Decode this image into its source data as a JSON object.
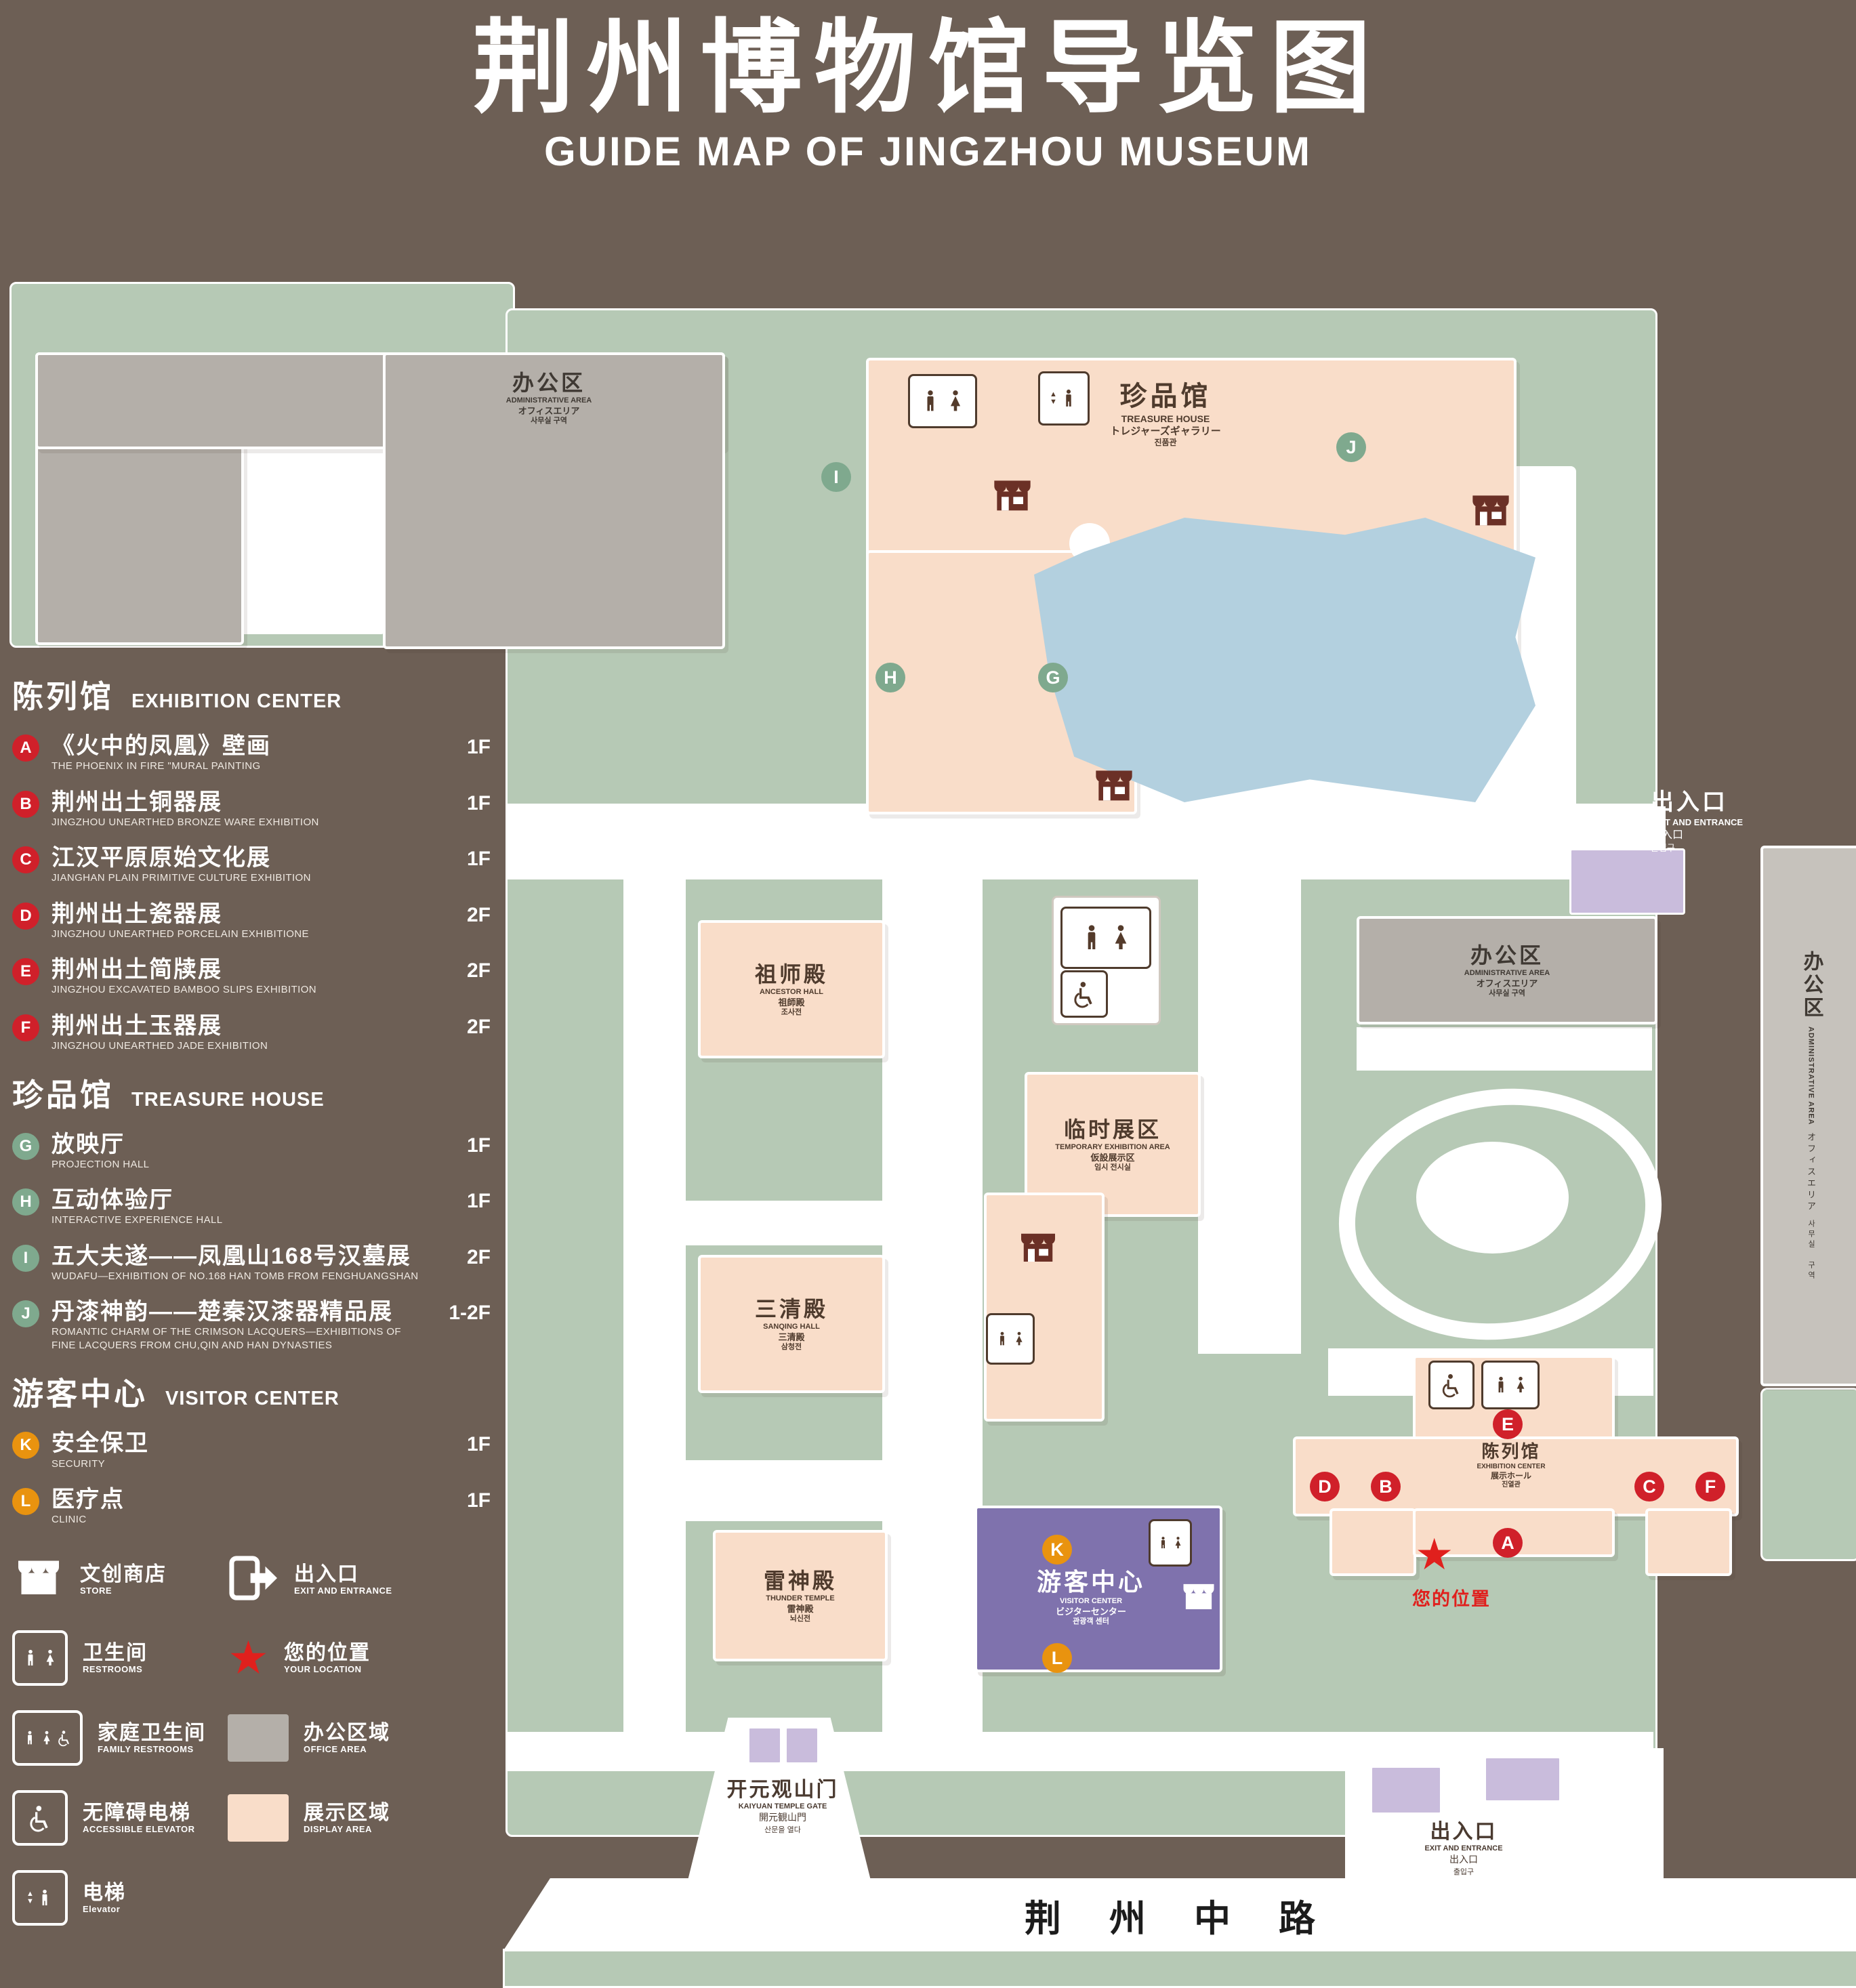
{
  "title": {
    "zh": "荆州博物馆导览图",
    "en": "GUIDE MAP OF JINGZHOU MUSEUM"
  },
  "icons": {
    "star": "★",
    "up": "▲",
    "down": "▼"
  },
  "letters": {
    "A": "A",
    "B": "B",
    "C": "C",
    "D": "D",
    "E": "E",
    "F": "F",
    "G": "G",
    "H": "H",
    "I": "I",
    "J": "J",
    "K": "K",
    "L": "L"
  },
  "legend": {
    "sections": [
      {
        "zh": "陈列馆",
        "en": "EXHIBITION CENTER"
      },
      {
        "zh": "珍品馆",
        "en": "TREASURE HOUSE"
      },
      {
        "zh": "游客中心",
        "en": "VISITOR CENTER"
      }
    ],
    "items": [
      {
        "letter": "A",
        "zh": "《火中的凤凰》壁画",
        "en": "THE PHOENIX IN FIRE \"MURAL PAINTING",
        "floor": "1F"
      },
      {
        "letter": "B",
        "zh": "荆州出土铜器展",
        "en": "JINGZHOU UNEARTHED BRONZE WARE EXHIBITION",
        "floor": "1F"
      },
      {
        "letter": "C",
        "zh": "江汉平原原始文化展",
        "en": "JIANGHAN PLAIN PRIMITIVE CULTURE EXHIBITION",
        "floor": "1F"
      },
      {
        "letter": "D",
        "zh": "荆州出土瓷器展",
        "en": "JINGZHOU UNEARTHED PORCELAIN EXHIBITIONE",
        "floor": "2F"
      },
      {
        "letter": "E",
        "zh": "荆州出土简牍展",
        "en": "JINGZHOU EXCAVATED BAMBOO SLIPS EXHIBITION",
        "floor": "2F"
      },
      {
        "letter": "F",
        "zh": "荆州出土玉器展",
        "en": "JINGZHOU UNEARTHED JADE EXHIBITION",
        "floor": "2F"
      },
      {
        "letter": "G",
        "zh": "放映厅",
        "en": "PROJECTION HALL",
        "floor": "1F"
      },
      {
        "letter": "H",
        "zh": "互动体验厅",
        "en": "INTERACTIVE EXPERIENCE HALL",
        "floor": "1F"
      },
      {
        "letter": "I",
        "zh": "五大夫遂——凤凰山168号汉墓展",
        "en": "WUDAFU—EXHIBITION OF NO.168 HAN TOMB FROM FENGHUANGSHAN",
        "floor": "2F"
      },
      {
        "letter": "J",
        "zh": "丹漆神韵——楚秦汉漆器精品展",
        "en": "ROMANTIC CHARM OF THE CRIMSON LACQUERS—EXHIBITIONS OF FINE LACQUERS FROM CHU,QIN AND HAN DYNASTIES",
        "floor": "1-2F"
      },
      {
        "letter": "K",
        "zh": "安全保卫",
        "en": "SECURITY",
        "floor": "1F"
      },
      {
        "letter": "L",
        "zh": "医疗点",
        "en": "CLINIC",
        "floor": "1F"
      }
    ],
    "symbols": [
      {
        "zh": "文创商店",
        "en": "STORE"
      },
      {
        "zh": "出入口",
        "en": "EXIT AND ENTRANCE"
      },
      {
        "zh": "卫生间",
        "en": "RESTROOMS"
      },
      {
        "zh": "您的位置",
        "en": "YOUR LOCATION"
      },
      {
        "zh": "家庭卫生间",
        "en": "FAMILY RESTROOMS"
      },
      {
        "zh": "办公区域",
        "en": "OFFICE AREA"
      },
      {
        "zh": "无障碍电梯",
        "en": "ACCESSIBLE ELEVATOR"
      },
      {
        "zh": "展示区域",
        "en": "DISPLAY AREA"
      },
      {
        "zh": "电梯",
        "en": "Elevator"
      }
    ]
  },
  "map": {
    "buildings": {
      "admin": {
        "zh": "办公区",
        "en": "ADMINISTRATIVE AREA",
        "ja": "オフィスエリア",
        "ko": "사무실 구역"
      },
      "treasure": {
        "zh": "珍品馆",
        "en": "TREASURE HOUSE",
        "ja": "トレジャーズギャラリー",
        "ko": "진품관"
      },
      "ancestor": {
        "zh": "祖师殿",
        "en": "ANCESTOR HALL",
        "ja": "祖師殿",
        "ko": "조사전"
      },
      "temporary": {
        "zh": "临时展区",
        "en": "TEMPORARY EXHIBITION AREA",
        "ja": "仮設展示区",
        "ko": "임시 전시실"
      },
      "sanqing": {
        "zh": "三清殿",
        "en": "SANQING HALL",
        "ja": "三清殿",
        "ko": "삼청전"
      },
      "thunder": {
        "zh": "雷神殿",
        "en": "THUNDER TEMPLE",
        "ja": "雷神殿",
        "ko": "뇌신전"
      },
      "visitor": {
        "zh": "游客中心",
        "en": "VISITOR CENTER",
        "ja": "ビジターセンター",
        "ko": "관광객 센터"
      },
      "exhibition": {
        "zh": "陈列馆",
        "en": "EXHIBITION CENTER",
        "ja": "展示ホール",
        "ko": "진열관"
      },
      "gate": {
        "zh": "开元观山门",
        "en": "KAIYUAN TEMPLE GATE",
        "ja": "開元観山門",
        "ko": "산문을 열다"
      },
      "exit": {
        "zh": "出入口",
        "en": "EXIT AND ENTRANCE",
        "ja": "出入口",
        "ko": "출입구"
      }
    },
    "your_location": "您的位置",
    "road": "荆 州 中 路"
  }
}
